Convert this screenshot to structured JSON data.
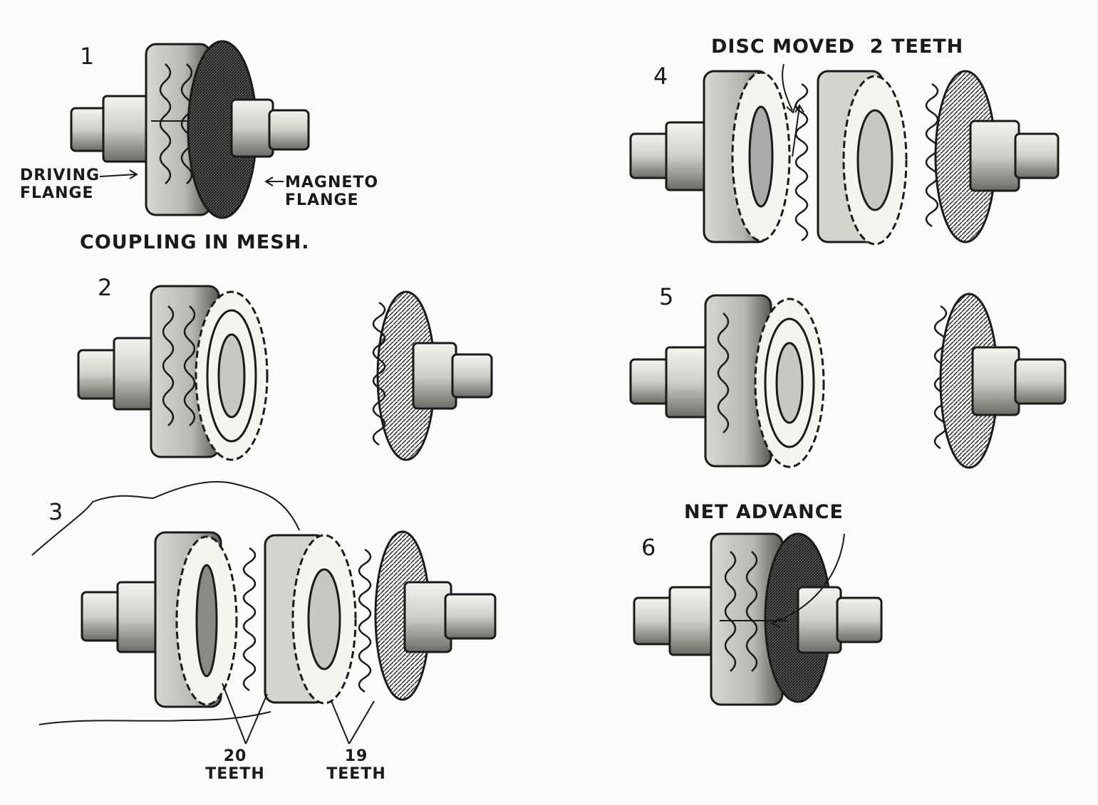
{
  "panels": [
    {
      "number": "1",
      "caption": "COUPLING IN MESH.",
      "labels": {
        "driving_flange": "DRIVING FLANGE",
        "magneto_flange": "MAGNETO FLANGE"
      }
    },
    {
      "number": "2"
    },
    {
      "number": "3",
      "labels": {
        "teeth_20": "20 TEETH",
        "teeth_19": "19 TEETH"
      }
    },
    {
      "number": "4",
      "caption": "DISC MOVED  2 TEETH"
    },
    {
      "number": "5"
    },
    {
      "number": "6",
      "caption": "NET ADVANCE"
    }
  ],
  "palette": {
    "ink": "#1a1a1a",
    "paper": "#fbfbf9",
    "shade": "#3a3a3a"
  }
}
